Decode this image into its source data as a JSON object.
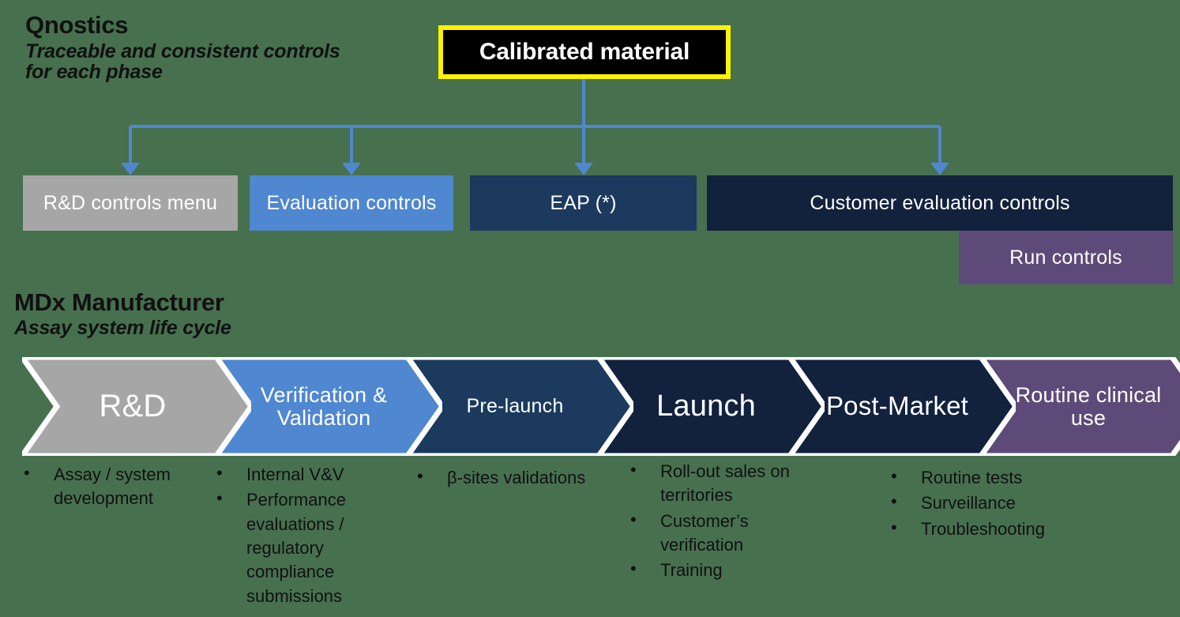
{
  "colors": {
    "background": "#47704f",
    "highlight_border": "#fff200",
    "highlight_fill": "#000000",
    "connector": "#4f87d0",
    "grey": "#a6a6a6",
    "blue": "#4f87d0",
    "navy_mid": "#1b3a5e",
    "navy_dark": "#12223d",
    "purple": "#5e4a78",
    "text_dark": "#111111",
    "text_light": "#ffffff"
  },
  "qnostics": {
    "title": "Qnostics",
    "subtitle": "Traceable and consistent controls for each phase"
  },
  "mdx": {
    "title": "MDx Manufacturer",
    "subtitle": "Assay system life cycle"
  },
  "calibrated": {
    "label": "Calibrated material"
  },
  "controls": {
    "rd": "R&D controls menu",
    "evaluation": "Evaluation controls",
    "eap": "EAP (*)",
    "customer": "Customer evaluation controls",
    "run": "Run controls"
  },
  "phases": [
    {
      "label": "R&D",
      "color": "#a6a6a6",
      "font_size": "40px"
    },
    {
      "label": "Verification & Validation",
      "color": "#4f87d0",
      "font_size": "27px"
    },
    {
      "label": "Pre-launch",
      "color": "#1b3a5e",
      "font_size": "25px"
    },
    {
      "label": "Launch",
      "color": "#12223d",
      "font_size": "38px"
    },
    {
      "label": "Post-Market",
      "color": "#12223d",
      "font_size": "33px"
    },
    {
      "label": "Routine clinical use",
      "color": "#5e4a78",
      "font_size": "27px"
    }
  ],
  "bullets": {
    "rd": [
      "Assay / system development"
    ],
    "verification_validation": [
      "Internal V&V",
      "Performance evaluations / regulatory compliance submissions"
    ],
    "pre_launch": [
      "β-sites validations"
    ],
    "launch": [
      "Roll-out sales on territories",
      "Customer’s verification",
      "Training"
    ],
    "post_market": [
      "Routine tests",
      "Surveillance",
      "Troubleshooting"
    ]
  }
}
